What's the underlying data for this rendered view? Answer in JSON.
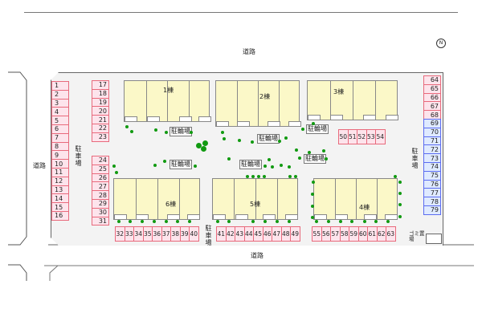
{
  "roads": {
    "top": "道路",
    "left": "道路",
    "bottom": "道路"
  },
  "parking_label": "駐車場",
  "bike_parking_label": "駐輪場",
  "garbage_label": "ゴミ置場",
  "compass": "N",
  "buildings": [
    "1棟",
    "2棟",
    "3棟",
    "4棟",
    "5棟",
    "6棟"
  ],
  "spaces": {
    "col_a": [
      "1",
      "2",
      "3",
      "4",
      "5",
      "6",
      "7",
      "8",
      "9",
      "10",
      "11",
      "12",
      "13",
      "14",
      "15",
      "16"
    ],
    "col_b1": [
      "17",
      "18",
      "19",
      "20",
      "21",
      "22",
      "23"
    ],
    "col_b2": [
      "24",
      "25",
      "26",
      "27",
      "28",
      "29",
      "30",
      "31"
    ],
    "row_c": [
      "32",
      "33",
      "34",
      "35",
      "36",
      "37",
      "38",
      "39",
      "40"
    ],
    "row_d": [
      "41",
      "42",
      "43",
      "44",
      "45",
      "46",
      "47",
      "48",
      "49"
    ],
    "row_e": [
      "50",
      "51",
      "52",
      "53",
      "54"
    ],
    "row_f": [
      "55",
      "56",
      "57",
      "58",
      "59",
      "60",
      "61",
      "62",
      "63"
    ],
    "col_g_pink": [
      "64",
      "65",
      "66",
      "67",
      "68"
    ],
    "col_g_blue": [
      "69",
      "70",
      "71",
      "72",
      "73",
      "74",
      "75",
      "76",
      "77",
      "78",
      "79"
    ]
  },
  "colors": {
    "pink_border": "#e86a7c",
    "pink_fill": "#fde4ec",
    "blue_border": "#5b6cf0",
    "blue_fill": "#dfeaff",
    "building": "#fbf8c8",
    "tree": "#119a11"
  }
}
